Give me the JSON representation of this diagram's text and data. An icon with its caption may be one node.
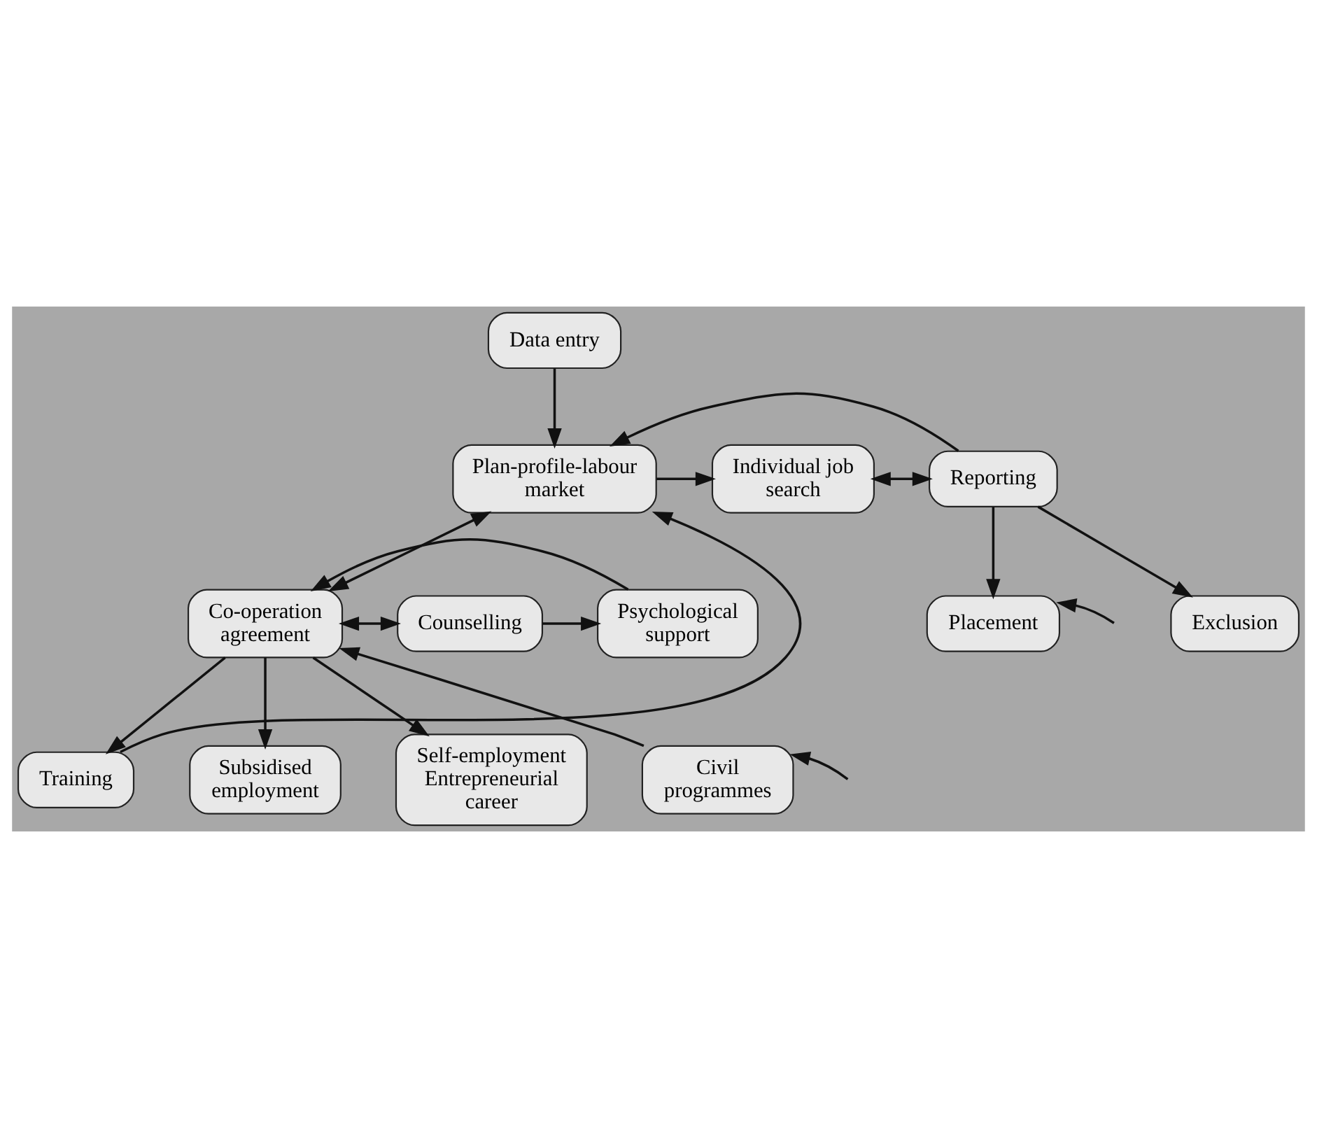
{
  "diagram": {
    "nodes": [
      {
        "text": [
          "Data entry"
        ]
      },
      {
        "text": [
          "Plan-profile-labour market"
        ]
      },
      {
        "text": [
          "Individual job search"
        ]
      },
      {
        "text": [
          "Reporting"
        ]
      },
      {
        "text": [
          "Placement"
        ]
      },
      {
        "text": [
          "Exclusion"
        ]
      },
      {
        "text": [
          "Co-operation agreement"
        ]
      },
      {
        "text": [
          "Counselling"
        ]
      },
      {
        "text": [
          "Psychological support"
        ]
      },
      {
        "text": [
          "Training"
        ]
      },
      {
        "text": [
          "Subsidised employment"
        ]
      },
      {
        "text": [
          "Self-employment Entrepreneurial career"
        ]
      },
      {
        "text": [
          "Civil programmes"
        ]
      }
    ],
    "edges": [
      {
        "from": 0,
        "to": 1,
        "arrow": "to"
      },
      {
        "from": 3,
        "to": 1,
        "arrow": "to"
      },
      {
        "from": 1,
        "to": 2,
        "arrow": "to"
      },
      {
        "from": 2,
        "to": 3,
        "arrow": "both"
      },
      {
        "from": 3,
        "to": 4,
        "arrow": "to"
      },
      {
        "from": 3,
        "to": 5,
        "arrow": "to"
      },
      {
        "from": null,
        "to": 4,
        "arrow": "to"
      },
      {
        "from": 1,
        "to": 6,
        "arrow": "both"
      },
      {
        "from": 6,
        "to": 7,
        "arrow": "both"
      },
      {
        "from": 7,
        "to": 8,
        "arrow": "to"
      },
      {
        "from": 8,
        "to": 6,
        "arrow": "to"
      },
      {
        "from": 12,
        "to": 6,
        "arrow": "to"
      },
      {
        "from": 6,
        "to": 9,
        "arrow": "to"
      },
      {
        "from": 6,
        "to": 10,
        "arrow": "to"
      },
      {
        "from": 6,
        "to": 11,
        "arrow": "to"
      },
      {
        "from": 9,
        "to": 1,
        "arrow": "to"
      },
      {
        "from": null,
        "to": 12,
        "arrow": "to"
      }
    ]
  }
}
